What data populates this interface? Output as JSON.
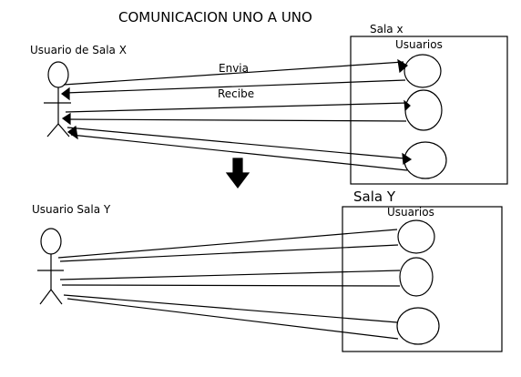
{
  "title": "COMUNICACION UNO A UNO",
  "top": {
    "user_label": "Usuario de Sala X",
    "room_label": "Sala x",
    "users_label": "Usuarios",
    "send_label": "Envia",
    "receive_label": "Recibe"
  },
  "transition_arrow_icon": "down-arrow-icon",
  "bottom": {
    "user_label": "Usuario Sala Y",
    "room_label": "Sala Y",
    "users_label": "Usuarios"
  },
  "colors": {
    "stroke": "#000000",
    "background": "#ffffff"
  }
}
